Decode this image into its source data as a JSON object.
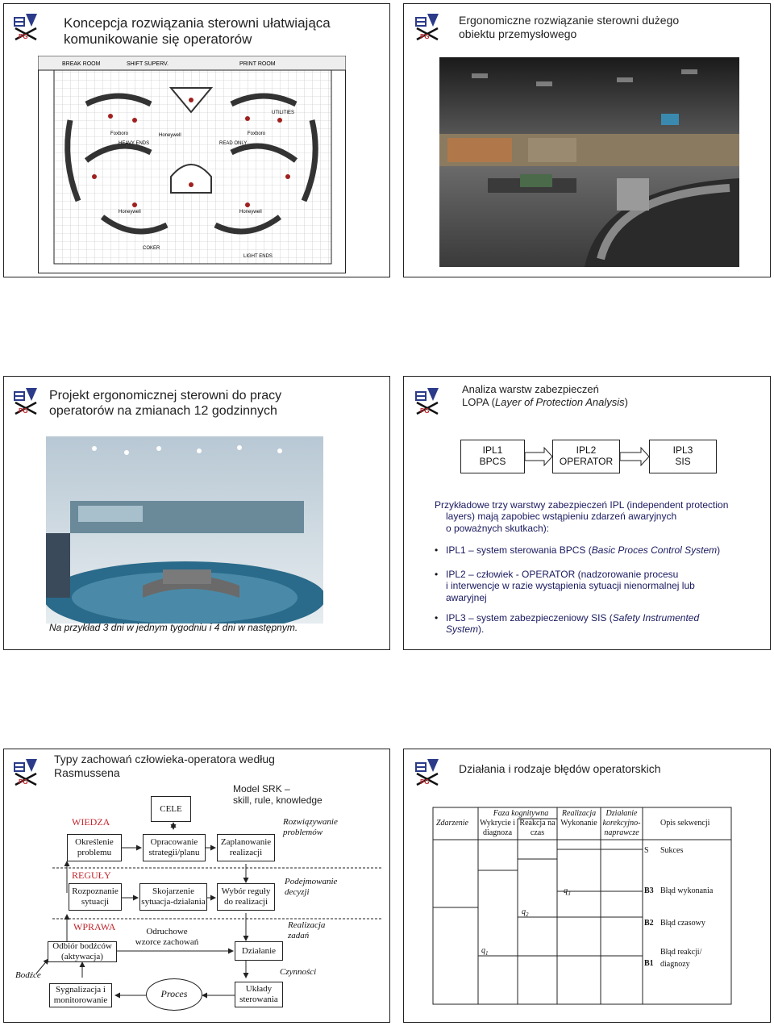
{
  "slide1": {
    "title_line1": "Koncepcja rozwiązania sterowni ułatwiająca",
    "title_line2": "komunikowanie się operatorów",
    "plan_labels": {
      "break_room": "BREAK ROOM",
      "shift_superv": "SHIFT SUPERV.",
      "print_room": "PRINT ROOM",
      "heavy_ends": "HEAVY ENDS",
      "read_only": "READ ONLY",
      "honeywell_a": "Honeywell",
      "honeywell_b": "Honeywell",
      "honeywell_c": "Honeywell",
      "foxboro_a": "Foxboro",
      "foxboro_b": "Foxboro",
      "coker": "COKER",
      "light_ends": "LIGHT ENDS",
      "utilities": "UTILITIES"
    }
  },
  "slide2": {
    "title_line1": "Ergonomiczne rozwiązanie sterowni dużego",
    "title_line2": "obiektu przemysłowego"
  },
  "slide3": {
    "title_line1": "Projekt ergonomicznej sterowni do pracy",
    "title_line2": "operatorów na zmianach 12 godzinnych",
    "caption": "Na przykład 3 dni w jednym tygodniu i 4 dni w następnym."
  },
  "slide4": {
    "title_line1": "Analiza warstw zabezpieczeń",
    "title_line2_plain": "LOPA (",
    "title_line2_italic": "Layer of Protection Analysis",
    "title_line2_end": ")",
    "layers": [
      {
        "name": "IPL1",
        "sub": "BPCS"
      },
      {
        "name": "IPL2",
        "sub": "OPERATOR"
      },
      {
        "name": "IPL3",
        "sub": "SIS"
      }
    ],
    "intro_l1": "Przykładowe trzy warstwy zabezpieczeń IPL (independent protection",
    "intro_l2": "layers) mają zapobiec wstąpieniu zdarzeń awaryjnych",
    "intro_l3": "o poważnych skutkach):",
    "b1_a": "IPL1 – system sterowania BPCS (",
    "b1_it": "Basic Proces Control System",
    "b1_b": ")",
    "b2_l1": "IPL2 – człowiek - OPERATOR (nadzorowanie procesu",
    "b2_l2": "i interwencje w razie wystąpienia sytuacji nienormalnej lub",
    "b2_l3": "awaryjnej",
    "b3_a": "IPL3 – system zabezpieczeniowy SIS (",
    "b3_it1": "Safety Instrumented",
    "b3_it2": "System",
    "b3_b": ")."
  },
  "slide5": {
    "title_line1": "Typy zachowań człowieka-operatora według",
    "title_line2": "Rasmussena",
    "model_l1": "Model SRK –",
    "model_l2": "skill, rule, knowledge",
    "cele": "CELE",
    "wiedza": "WIEDZA",
    "reguly": "REGUŁY",
    "wprawa": "WPRAWA",
    "b_okreslenie": "Określenie problemu",
    "b_opracowanie": "Opracowanie strategii/planu",
    "b_zaplanowanie": "Zaplanowanie realizacji",
    "rozw": "Rozwiązywanie problemów",
    "b_rozpoznanie": "Rozpoznanie sytuacji",
    "b_skojarzenie": "Skojarzenie sytuacja-działania",
    "b_wybor": "Wybór reguły do realizacji",
    "podejm": "Podejmowanie decyzji",
    "b_odbior": "Odbiór bodźców (aktywacja)",
    "odruchowe": "Odruchowe wzorce zachowań",
    "b_dzialanie": "Działanie",
    "realizacja": "Realizacja zadań",
    "bodzce": "Bodźce",
    "czynnosci": "Czynności",
    "b_sygnal": "Sygnalizacja i monitorowanie",
    "proces": "Proces",
    "b_uklady": "Układy sterowania"
  },
  "slide6": {
    "title": "Działania i rodzaje błędów operatorskich",
    "h_zdarzenie": "Zdarzenie",
    "h_faza": "Faza kognitywna",
    "h_wykrycie": "Wykrycie i diagnoza",
    "h_reakcja": "Reakcja na czas",
    "h_realizacja": "Realizacja",
    "h_wykonanie": "Wykonanie",
    "h_dzialanie": "Działanie",
    "h_korekcyjno": "korekcyjno-naprawcze",
    "h_opis": "Opis sekwencji",
    "s": "S",
    "sukces": "Sukces",
    "q3": "q",
    "q3s": "3",
    "q2": "q",
    "q2s": "2",
    "q1": "q",
    "q1s": "1",
    "b3": "B3",
    "b3t": "Błąd wykonania",
    "b2": "B2",
    "b2t": "Błąd czasowy",
    "b1": "B1",
    "b1t1": "Błąd reakcji/",
    "b1t2": "diagnozy"
  },
  "colors": {
    "accent_red": "#c0262d",
    "dark_blue": "#1a1a60",
    "frame": "#222222"
  }
}
